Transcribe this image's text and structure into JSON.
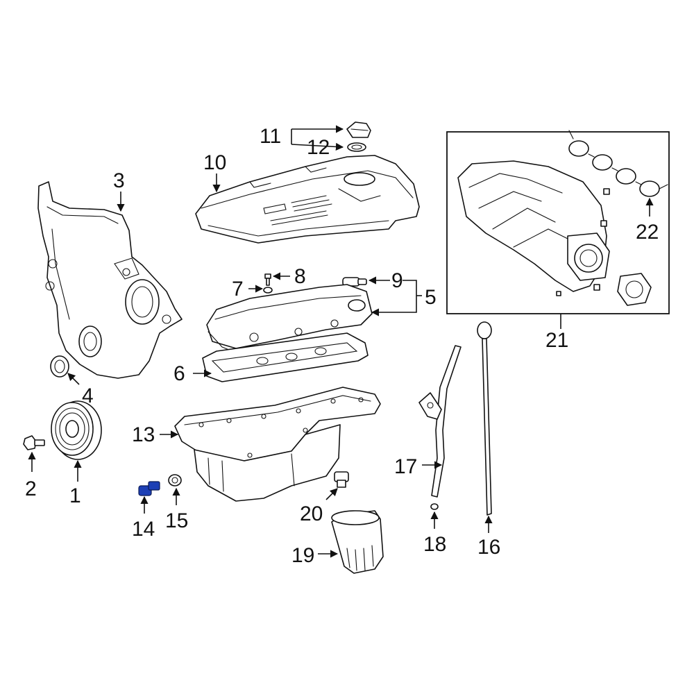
{
  "callouts": [
    {
      "id": "1",
      "label": "1"
    },
    {
      "id": "2",
      "label": "2"
    },
    {
      "id": "3",
      "label": "3"
    },
    {
      "id": "4",
      "label": "4"
    },
    {
      "id": "5",
      "label": "5"
    },
    {
      "id": "6",
      "label": "6"
    },
    {
      "id": "7",
      "label": "7"
    },
    {
      "id": "8",
      "label": "8"
    },
    {
      "id": "9",
      "label": "9"
    },
    {
      "id": "10",
      "label": "10"
    },
    {
      "id": "11",
      "label": "11"
    },
    {
      "id": "12",
      "label": "12"
    },
    {
      "id": "13",
      "label": "13"
    },
    {
      "id": "14",
      "label": "14"
    },
    {
      "id": "15",
      "label": "15"
    },
    {
      "id": "16",
      "label": "16"
    },
    {
      "id": "17",
      "label": "17"
    },
    {
      "id": "18",
      "label": "18"
    },
    {
      "id": "19",
      "label": "19"
    },
    {
      "id": "20",
      "label": "20"
    },
    {
      "id": "21",
      "label": "21"
    },
    {
      "id": "22",
      "label": "22"
    }
  ],
  "colors": {
    "line": "#111111",
    "highlight": "#1c3fb5"
  }
}
